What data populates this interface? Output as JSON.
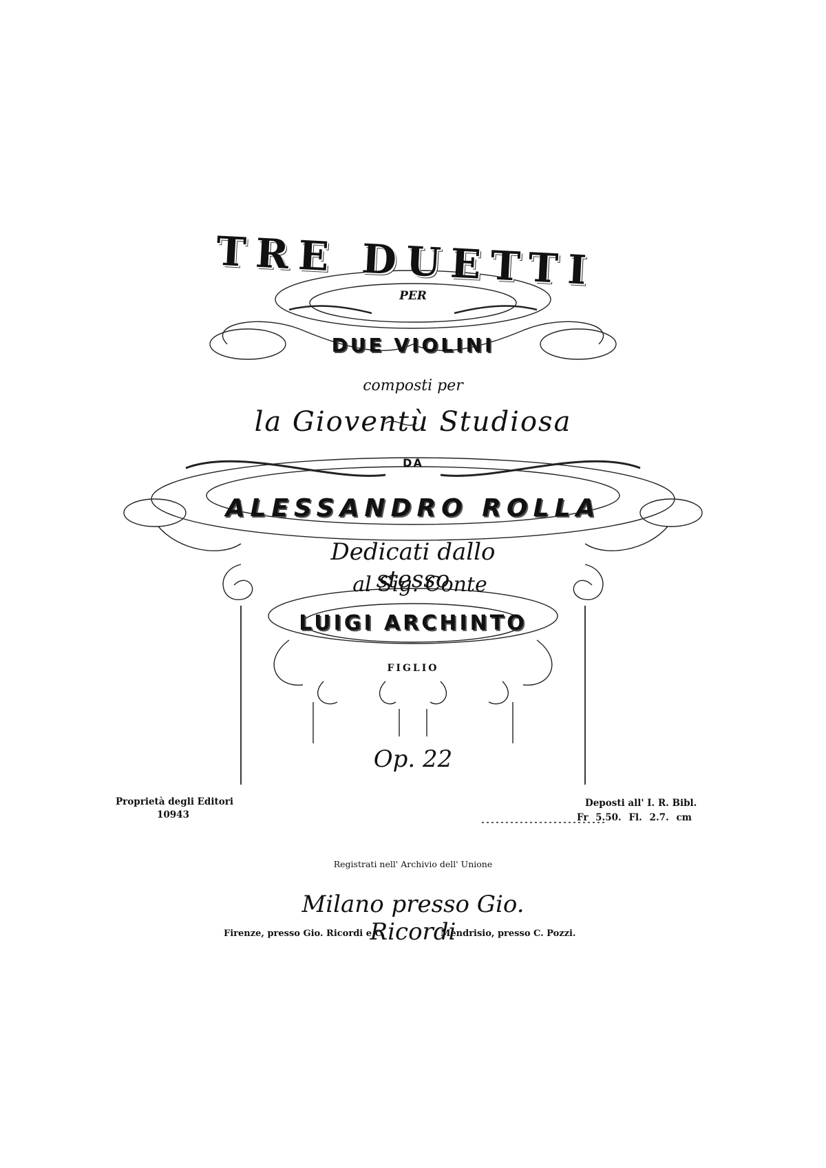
{
  "title": "TRE DUETTI",
  "per": "PER",
  "instrument": "DUE VIOLINI",
  "composti_per": "composti per",
  "gioventu": "la Gioventù Studiosa",
  "da": "DA",
  "composer": "ALESSANDRO ROLLA",
  "dedicati": "Dedicati dallo stesso",
  "sig_conte": "al Sig. Conte",
  "dedicatee": "LUIGI ARCHINTO",
  "figlio": "FIGLIO",
  "opus": "Op. 22",
  "left_imprint": {
    "property": "Proprietà degli Editori",
    "plate_number": "10943"
  },
  "right_imprint": {
    "deposited": "Deposti all' I. R. Bibl.",
    "price": "Fr 5.50. Fl. 2.7. cm"
  },
  "registrati": "Registrati nell' Archivio dell' Unione",
  "publisher": "Milano presso Gio. Ricordi",
  "agent_firenze": "Firenze, presso Gio. Ricordi e C.",
  "agent_mendrisio": "Mendrisio, presso C. Pozzi."
}
